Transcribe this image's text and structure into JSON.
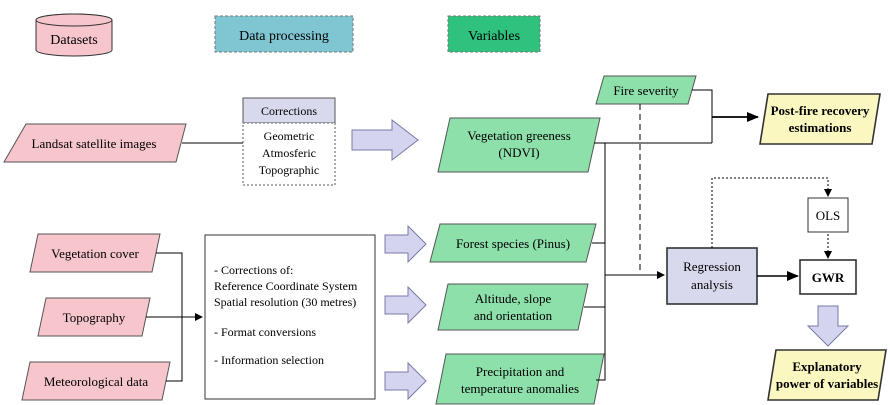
{
  "legend": {
    "datasets": "Datasets",
    "processing": "Data processing",
    "variables": "Variables"
  },
  "datasets": {
    "landsat": "Landsat satellite images",
    "vegetation_cover": "Vegetation cover",
    "topography": "Topography",
    "meteorological": "Meteorological data"
  },
  "corrections": {
    "header": "Corrections",
    "items": [
      "Geometric",
      "Atmosferic",
      "Topographic"
    ]
  },
  "processing_box": {
    "line1": "- Corrections of:",
    "line2": "Reference Coordinate System",
    "line3": "Spatial resolution (30 metres)",
    "line4": "- Format conversions",
    "line5": "- Information selection"
  },
  "variables": {
    "fire_severity": "Fire severity",
    "ndvi_line1": "Vegetation greeness",
    "ndvi_line2": "(NDVI)",
    "forest_species": "Forest species (Pinus)",
    "altitude_line1": "Altitude, slope",
    "altitude_line2": "and orientation",
    "precip_line1": "Precipitation and",
    "precip_line2": "temperature anomalies"
  },
  "analysis": {
    "regression_line1": "Regression",
    "regression_line2": "analysis",
    "ols": "OLS",
    "gwr": "GWR"
  },
  "outputs": {
    "postfire_line1": "Post-fire recovery",
    "postfire_line2": "estimations",
    "explanatory_line1": "Explanatory",
    "explanatory_line2": "power of variables"
  },
  "colors": {
    "dataset_fill": "#f7c6cc",
    "dataset_stroke": "#c0504d",
    "processing_fill": "#7fc6d2",
    "variables_fill": "#2ec27e",
    "variable_fill": "#8ee0ab",
    "output_fill": "#fbf7c0",
    "regression_fill": "#d9d9ee",
    "arrow_fill": "#d4d4ee"
  }
}
